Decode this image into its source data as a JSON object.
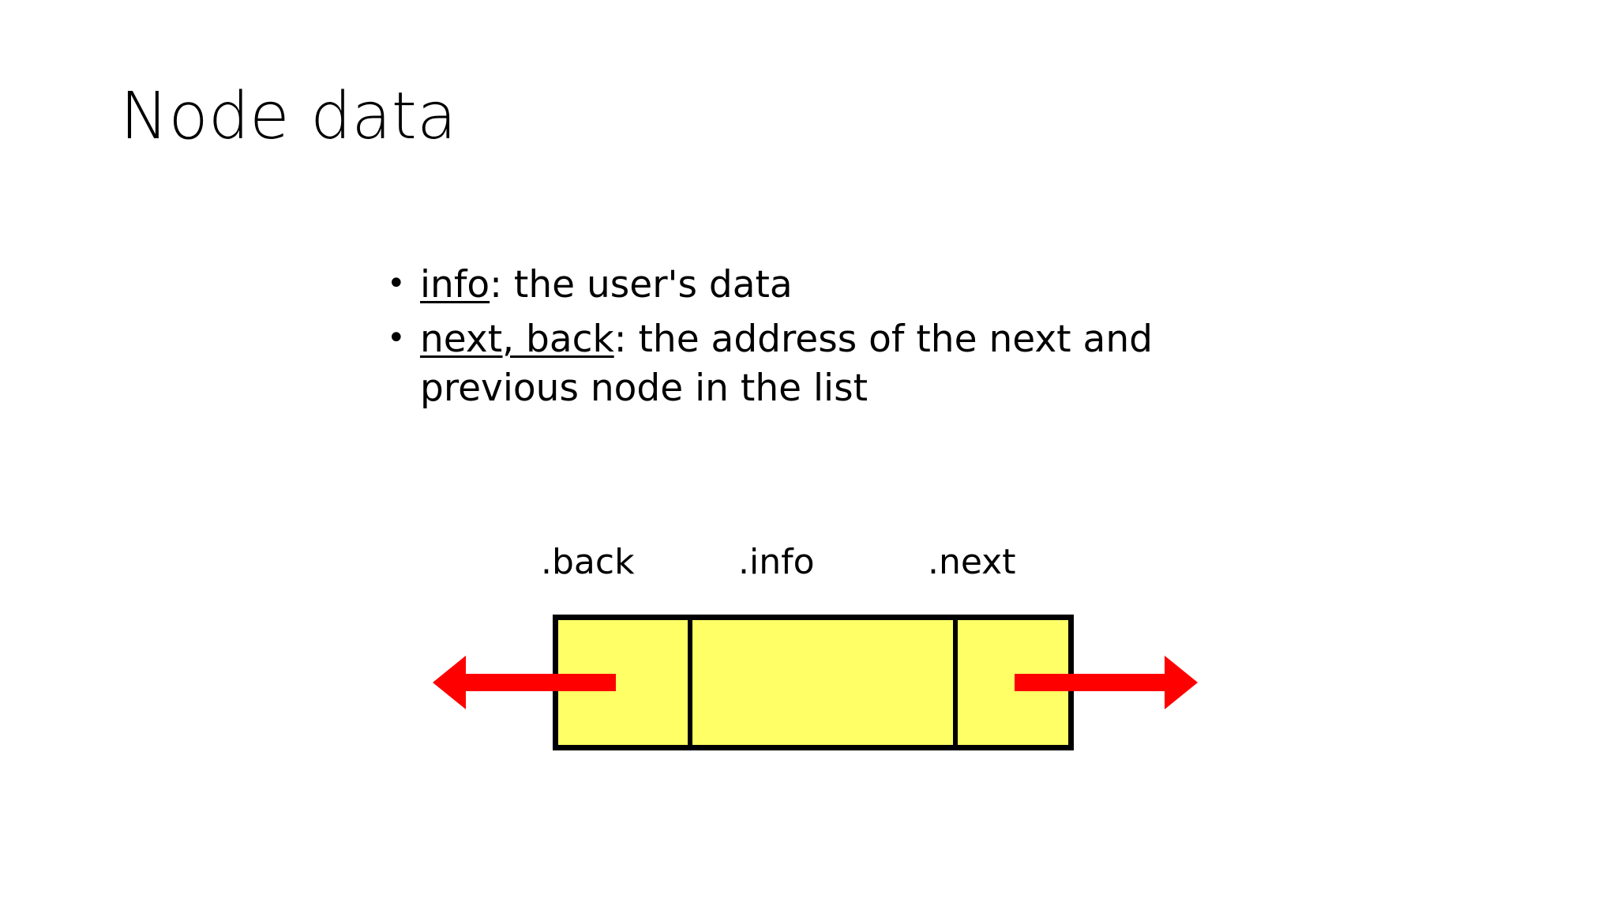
{
  "slide": {
    "title": "Node data",
    "background_color": "#FFFFFF",
    "text_color": "#000000"
  },
  "bullets": [
    {
      "marker": "•",
      "term": "info",
      "term_underlined": true,
      "rest": ": the user's data",
      "full_text": "info: the user's data"
    },
    {
      "marker": "•",
      "term": "next, back",
      "term_underlined": true,
      "rest": ": the address of the next and previous node in the list",
      "full_text": "next, back: the address of the next and previous node in the list"
    }
  ],
  "diagram": {
    "type": "doubly-linked-list-node",
    "cell_fill_color": "#FFFF66",
    "cell_border_color": "#000000",
    "arrow_color": "#FF0000",
    "labels": [
      {
        "text": ".back",
        "cell": "back"
      },
      {
        "text": ".info",
        "cell": "info"
      },
      {
        "text": ".next",
        "cell": "next"
      }
    ],
    "arrows": [
      {
        "name": "back-pointer-arrow",
        "direction": "left",
        "color": "#FF0000"
      },
      {
        "name": "next-pointer-arrow",
        "direction": "right",
        "color": "#FF0000"
      }
    ]
  }
}
